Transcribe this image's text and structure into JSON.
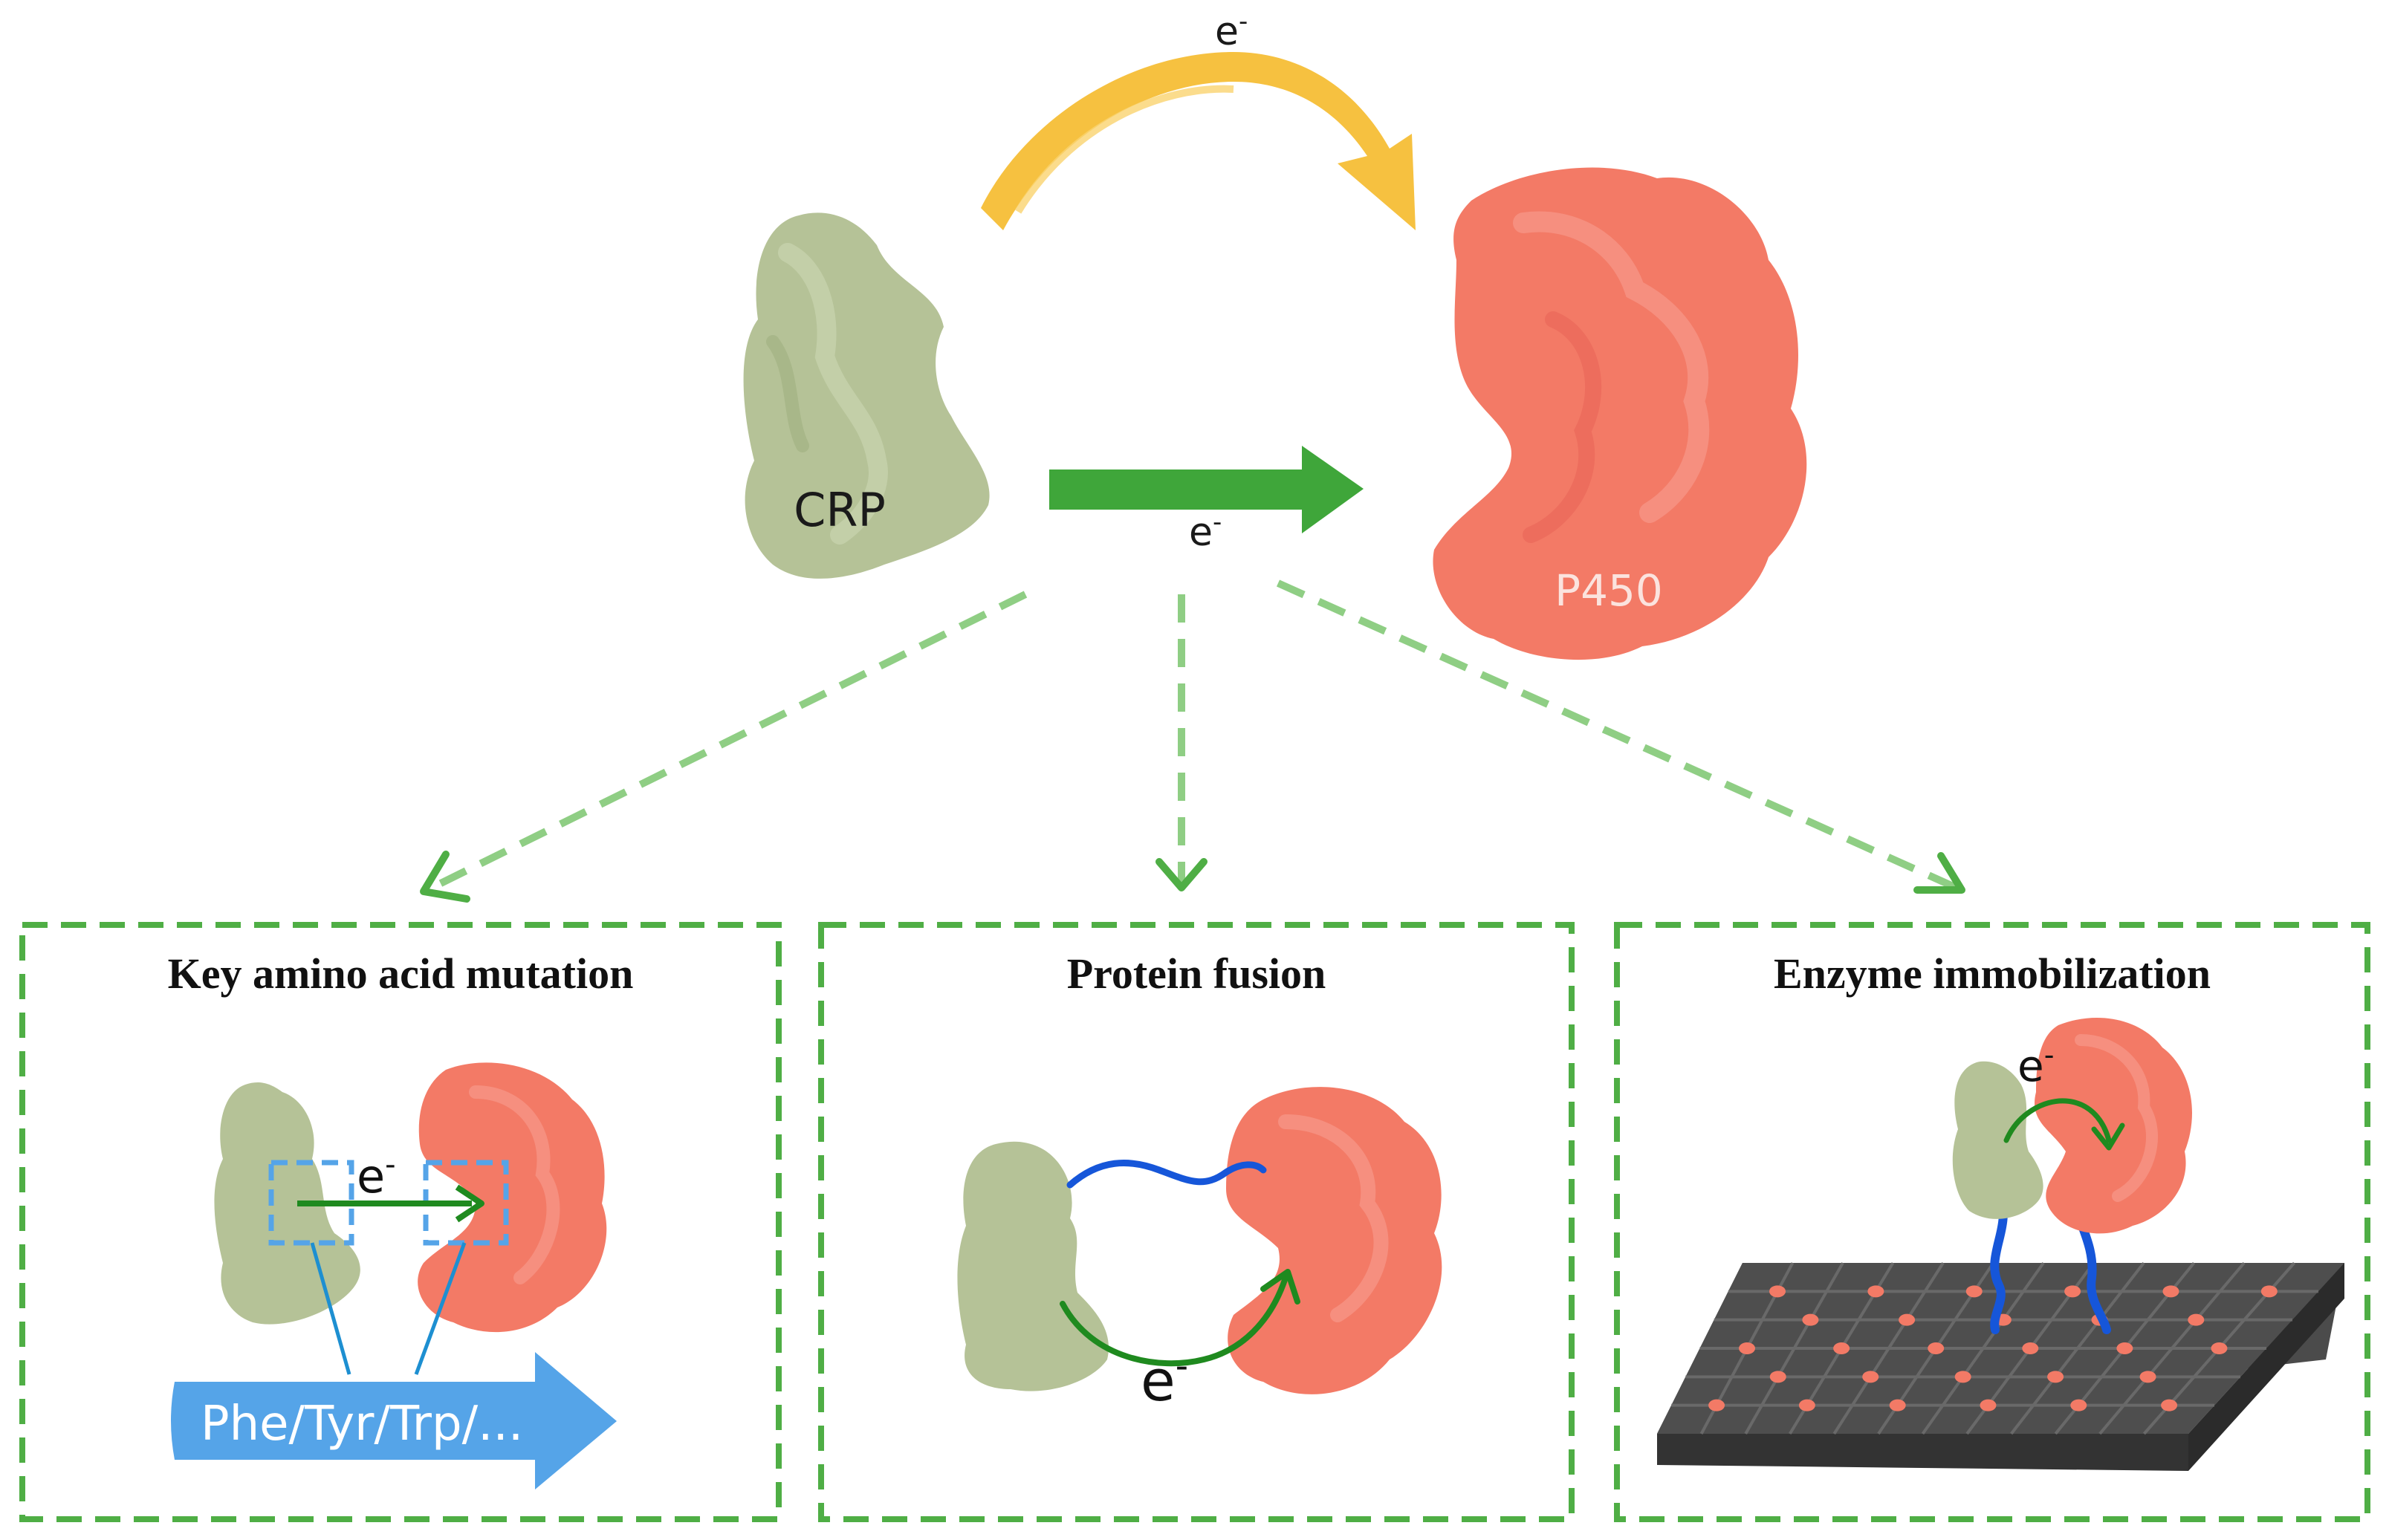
{
  "top": {
    "crp_label": "CRP",
    "p450_label": "P450",
    "electron_curved": "e",
    "electron_straight": "e",
    "superscript": "-"
  },
  "panels": [
    {
      "title": "Key amino acid mutation",
      "electron": "e",
      "superscript": "-",
      "residues_label": "Phe/Tyr/Trp/..."
    },
    {
      "title": "Protein fusion",
      "electron": "e",
      "superscript": "-"
    },
    {
      "title": "Enzyme immobilization",
      "electron": "e",
      "superscript": "-"
    }
  ],
  "colors": {
    "crp_green": "#b5c297",
    "p450_red": "#f37a66",
    "arrow_yellow": "#f6c140",
    "arrow_green": "#3fa63a",
    "dashed_green": "#4fae45",
    "blue_label": "#55a4e8",
    "linker_blue": "#1656d9",
    "surface_dark": "#4b4b4b"
  }
}
